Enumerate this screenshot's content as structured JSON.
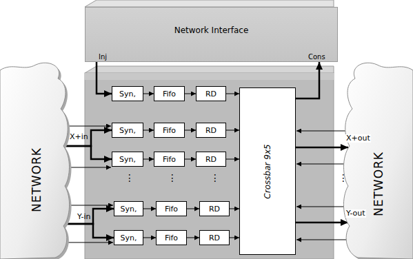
{
  "diagram": {
    "nodes": [
      {
        "text": [
          "Network Interface"
        ]
      },
      {
        "text": [
          "NETWORK"
        ]
      },
      {
        "text": [
          "Syn,"
        ]
      },
      {
        "text": [
          "Fifo"
        ]
      },
      {
        "text": [
          "RD"
        ]
      },
      {
        "text": [
          "Syn,"
        ]
      },
      {
        "text": [
          "Fifo"
        ]
      },
      {
        "text": [
          "RD"
        ]
      },
      {
        "text": [
          "Syn,"
        ]
      },
      {
        "text": [
          "Fifo"
        ]
      },
      {
        "text": [
          "RD"
        ]
      },
      {
        "text": [
          "Syn,"
        ]
      },
      {
        "text": [
          "Fifo"
        ]
      },
      {
        "text": [
          "RD"
        ]
      },
      {
        "text": [
          "Syn,"
        ]
      },
      {
        "text": [
          "Fifo"
        ]
      },
      {
        "text": [
          "RD"
        ]
      },
      {
        "text": [
          "Crossbar 9x5"
        ]
      },
      {
        "text": [
          "NETWORK"
        ]
      }
    ],
    "edges": [
      {
        "from": 0,
        "to": 2,
        "arrow": "to"
      },
      {
        "from": 2,
        "to": 3,
        "arrow": "to"
      },
      {
        "from": 3,
        "to": 4,
        "arrow": "to"
      },
      {
        "from": 4,
        "to": 17,
        "arrow": "to"
      },
      {
        "from": 5,
        "to": 6,
        "arrow": "to"
      },
      {
        "from": 6,
        "to": 7,
        "arrow": "to"
      },
      {
        "from": 7,
        "to": 17,
        "arrow": "to"
      },
      {
        "from": 8,
        "to": 9,
        "arrow": "to"
      },
      {
        "from": 9,
        "to": 10,
        "arrow": "to"
      },
      {
        "from": 10,
        "to": 17,
        "arrow": "to"
      },
      {
        "from": 11,
        "to": 12,
        "arrow": "to"
      },
      {
        "from": 12,
        "to": 13,
        "arrow": "to"
      },
      {
        "from": 13,
        "to": 17,
        "arrow": "to"
      },
      {
        "from": 14,
        "to": 15,
        "arrow": "to"
      },
      {
        "from": 15,
        "to": 16,
        "arrow": "to"
      },
      {
        "from": 16,
        "to": 17,
        "arrow": "to"
      },
      {
        "from": 17,
        "to": 0,
        "arrow": "to"
      },
      {
        "from": 1,
        "to": 5,
        "arrow": "to"
      },
      {
        "from": 1,
        "to": 8,
        "arrow": "to"
      },
      {
        "from": 1,
        "to": 11,
        "arrow": "to"
      },
      {
        "from": 1,
        "to": 14,
        "arrow": "to"
      },
      {
        "from": 17,
        "to": 18,
        "label": "X+out",
        "arrow": "to"
      },
      {
        "from": 17,
        "to": 18,
        "label": "Y-out",
        "arrow": "to"
      }
    ],
    "labels": [
      "Inj",
      "Cons",
      "X+in",
      "Y-in",
      "⋮",
      "⋮",
      "⋮",
      "⋮"
    ]
  }
}
